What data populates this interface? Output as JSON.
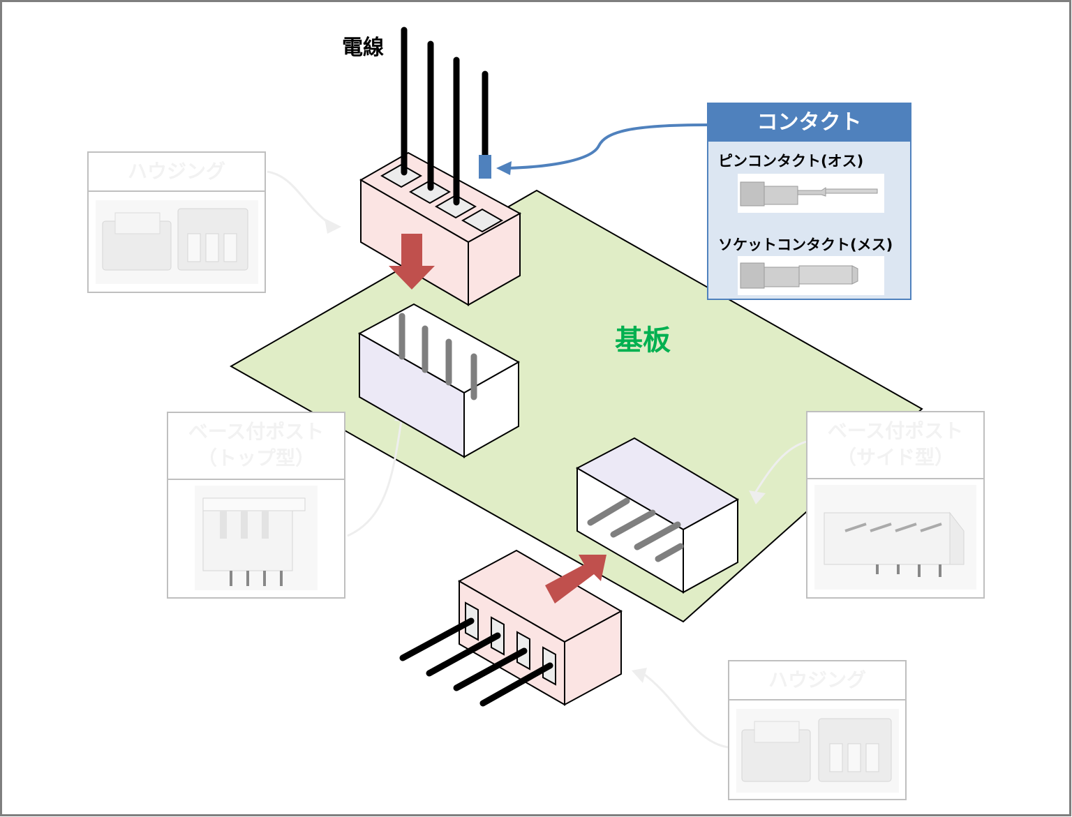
{
  "labels": {
    "wire": "電線",
    "board": "基板"
  },
  "contact": {
    "title": "コンタクト",
    "pin": "ピンコンタクト(オス)",
    "socket": "ソケットコンタクト(メス)"
  },
  "housing_top": {
    "title": "ハウジング"
  },
  "housing_bottom": {
    "title": "ハウジング"
  },
  "post_top": {
    "line1": "ベース付ポスト",
    "line2": "（トップ型）"
  },
  "post_side": {
    "line1": "ベース付ポスト",
    "line2": "（サイド型）"
  },
  "colors": {
    "board": "#e0edc6",
    "housing": "#fbe4e3",
    "post": "#ece9f6",
    "arrow": "#c0504d",
    "contact": "#4f81bd",
    "board_label": "#00b050"
  }
}
